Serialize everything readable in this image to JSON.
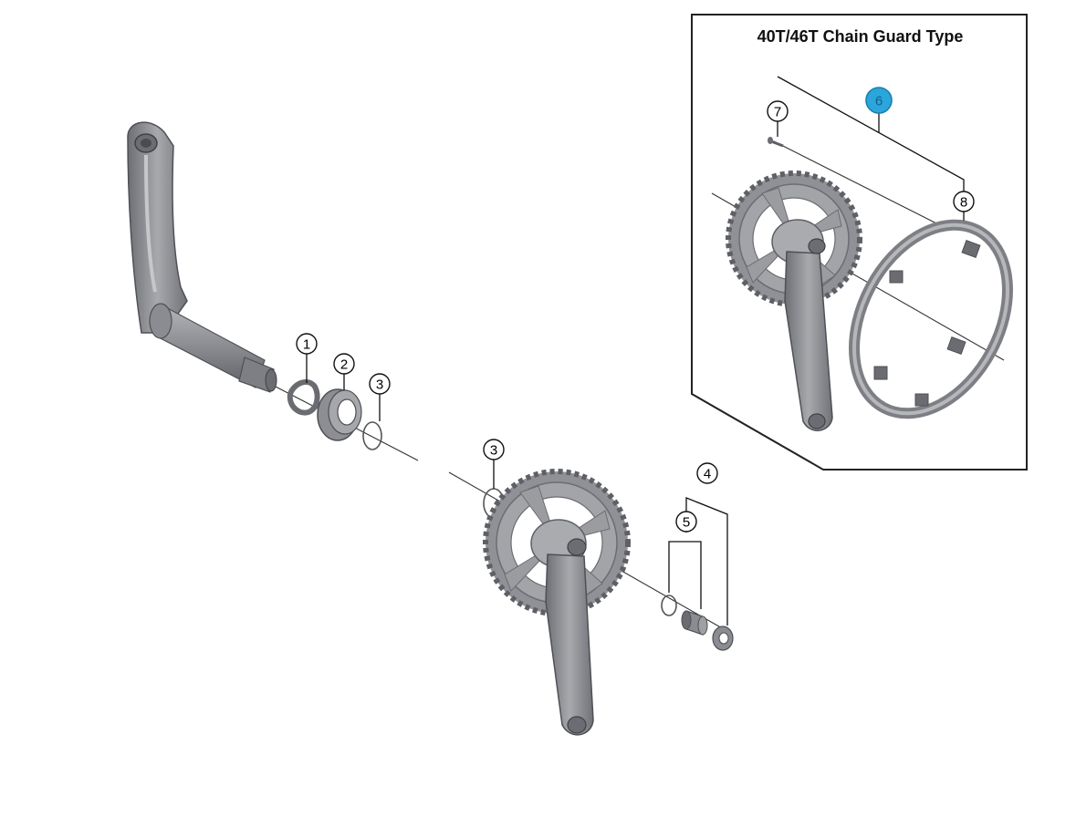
{
  "inset": {
    "title": "40T/46T Chain Guard Type"
  },
  "callouts": [
    "1",
    "2",
    "3",
    "3",
    "4",
    "5",
    "6",
    "7",
    "8"
  ],
  "colors": {
    "part": "#8f9196",
    "part_dark": "#5e6065",
    "part_light": "#b9bbbf",
    "line": "#222222",
    "highlight": "#2aa6dc"
  }
}
